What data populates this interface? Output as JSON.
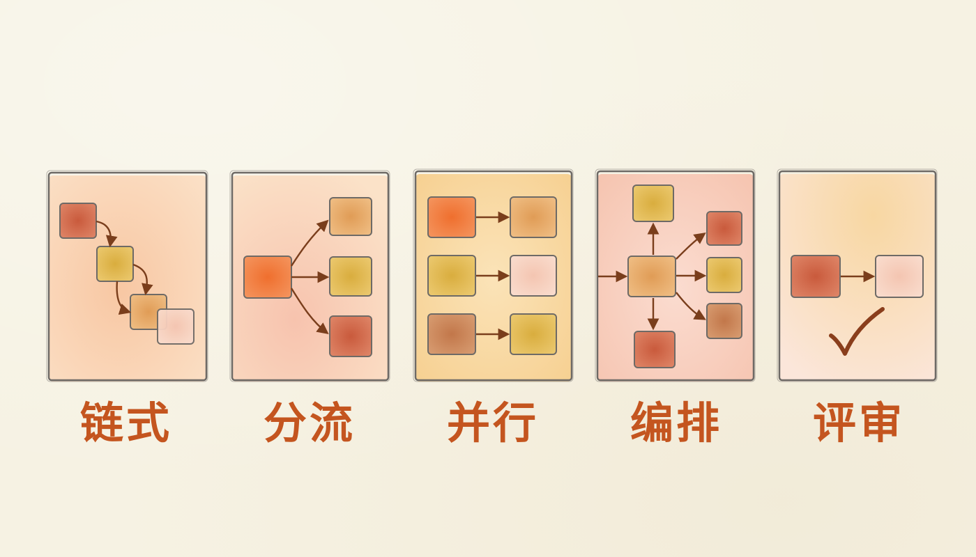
{
  "panels": [
    {
      "id": "chain",
      "label": "链式"
    },
    {
      "id": "route",
      "label": "分流"
    },
    {
      "id": "parallel",
      "label": "并行"
    },
    {
      "id": "orchestrate",
      "label": "编排"
    },
    {
      "id": "review",
      "label": "评审"
    }
  ],
  "colors": {
    "background": "#f6f2e3",
    "label": "#c4551f",
    "pencil": "#6e6a66",
    "arrow": "#7a3e1c",
    "node_red": "#d26a4a",
    "node_orange": "#f07a3a",
    "node_yellow": "#dfb64a",
    "node_tan": "#e3a560",
    "node_pale": "#f6cfbd",
    "node_brown": "#c98155"
  }
}
